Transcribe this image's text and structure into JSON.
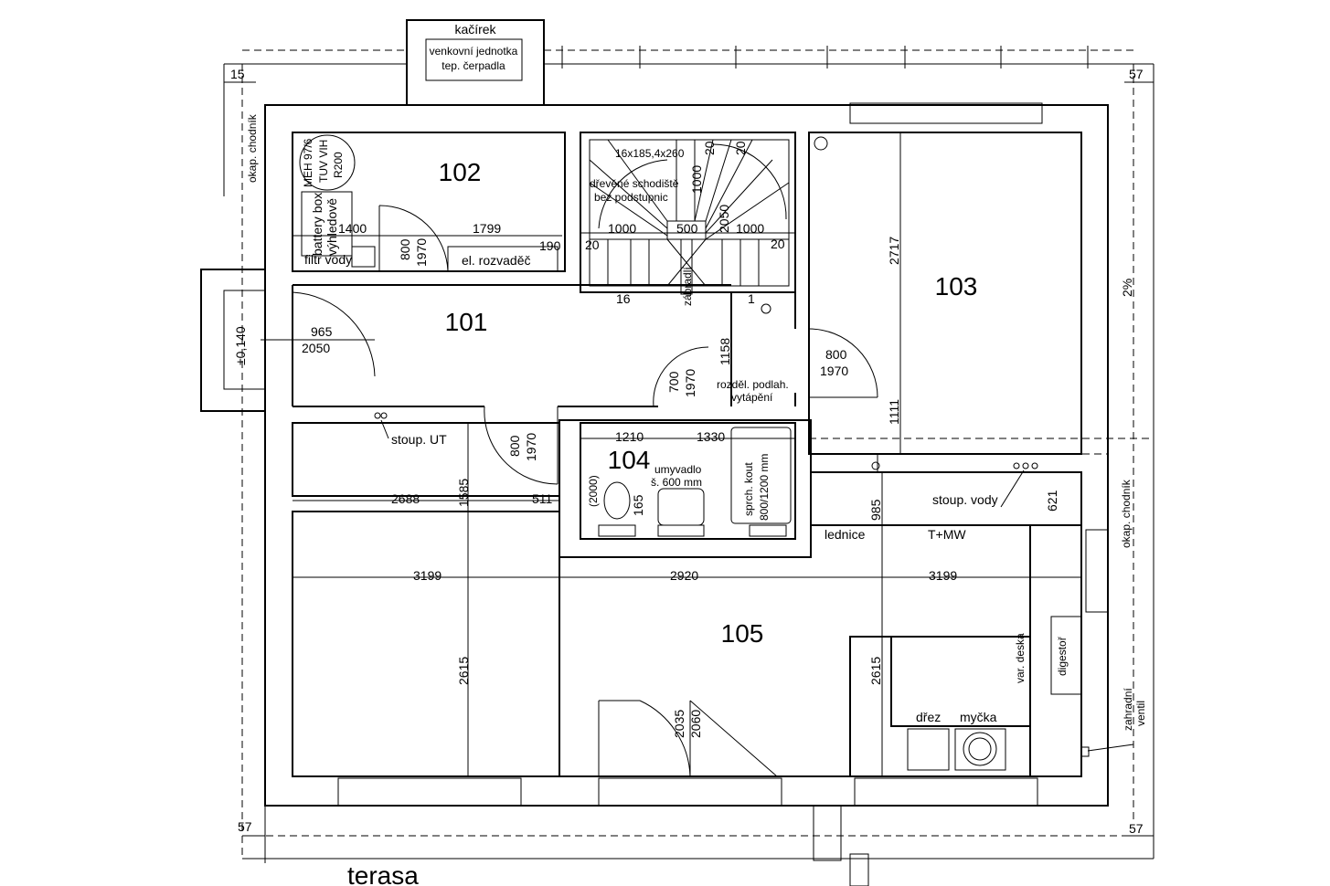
{
  "rooms": {
    "r101": "101",
    "r102": "102",
    "r103": "103",
    "r104": "104",
    "r105": "105"
  },
  "labels": {
    "kacirek": "kačírek",
    "heatpump_1": "venkovní jednotka",
    "heatpump_2": "tep. čerpadla",
    "okap_left": "okap. chodník",
    "okap_right": "okap. chodník",
    "boiler_1": "MEH 97/6",
    "boiler_2": "TUV VIH",
    "boiler_3": "R200",
    "battery_1": "battery box",
    "battery_2": "výhledově",
    "filter": "filtr vody",
    "switchboard": "el. rozvaděč",
    "stairs_spec": "16x185,4x260",
    "stairs_1": "dřevěné schodiště",
    "stairs_2": "bez podstupnic",
    "zabradli": "zábradlí",
    "distributor_1": "rozděl. podlah.",
    "distributor_2": "vytápění",
    "riser_ut": "stoup. UT",
    "riser_water": "stoup. vody",
    "washbasin_1": "umyvadlo",
    "washbasin_2": "š. 600 mm",
    "shower_1": "sprch. kout",
    "shower_2": "800/1200 mm",
    "wc_height": "(2000)",
    "fridge": "lednice",
    "tmw": "T+MW",
    "hob": "var. deska",
    "hood": "digestoř",
    "sink": "dřez",
    "dishwasher": "myčka",
    "garden_1": "zahradní",
    "garden_2": "ventil",
    "level": "±0,140",
    "slope": "2%",
    "terrace": "terasa"
  },
  "dims": {
    "d15": "15",
    "d57_tr": "57",
    "d57_bl": "57",
    "d57_br": "57",
    "d1400": "1400",
    "d1799": "1799",
    "d190": "190",
    "d800_102": "800",
    "d1970_102": "1970",
    "d20_a": "20",
    "d20_b": "20",
    "d20_c": "20",
    "d20_d": "20",
    "d1000_v": "1000",
    "d2050_v": "2050",
    "d1000_l": "1000",
    "d500": "500",
    "d1000_r": "1000",
    "d16": "16",
    "d1": "1",
    "d2717": "2717",
    "d965": "965",
    "d2050_101": "2050",
    "d1158": "1158",
    "d700": "700",
    "d1970_104": "1970",
    "d800_103": "800",
    "d1970_103": "1970",
    "d1111": "1111",
    "d800_105": "800",
    "d1970_105": "1970",
    "d1210": "1210",
    "d1330": "1330",
    "d165": "165",
    "d1585": "1585",
    "d2688": "2688",
    "d511": "511",
    "d985": "985",
    "d621": "621",
    "d3199_l": "3199",
    "d2920": "2920",
    "d3199_r": "3199",
    "d2615_l": "2615",
    "d2615_r": "2615",
    "d2035": "2035",
    "d2060": "2060"
  }
}
